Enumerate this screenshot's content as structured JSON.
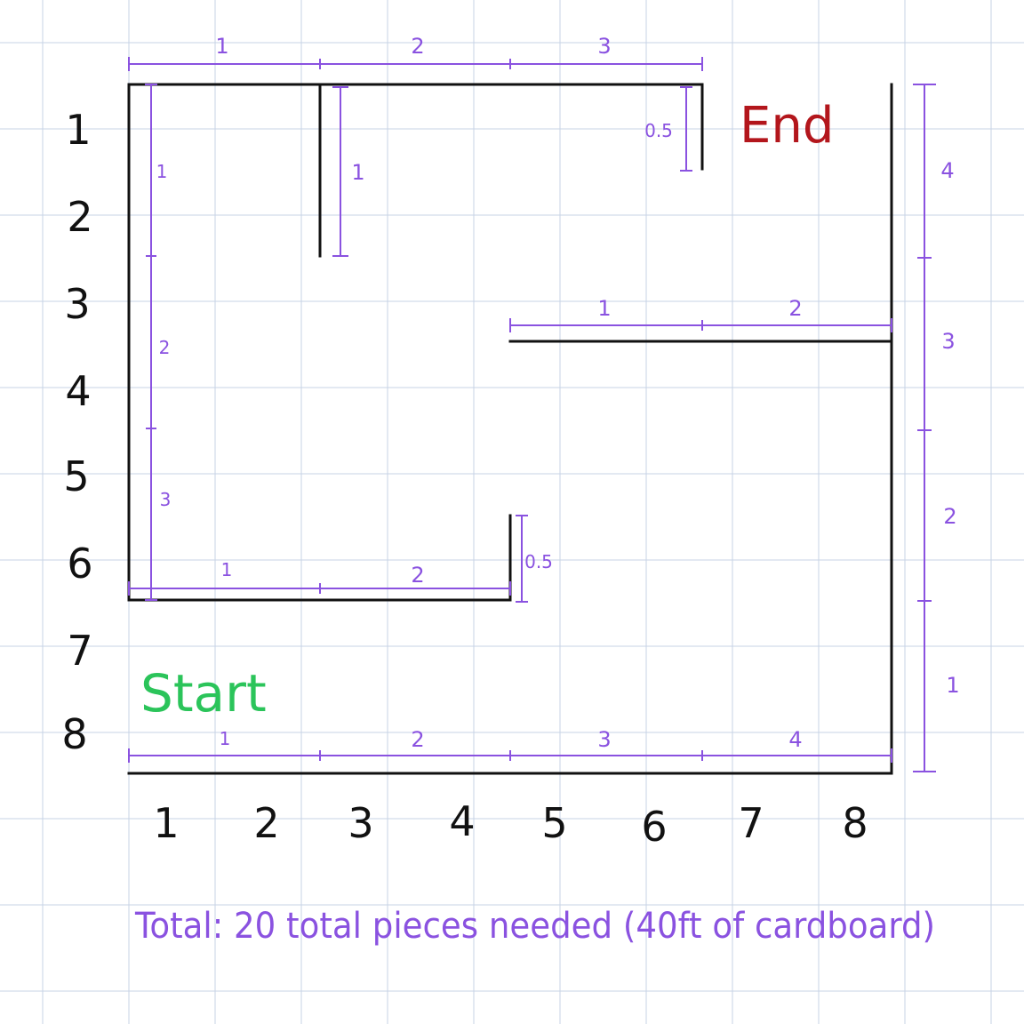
{
  "row_labels": [
    "1",
    "2",
    "3",
    "4",
    "5",
    "6",
    "7",
    "8"
  ],
  "col_labels": [
    "1",
    "2",
    "3",
    "4",
    "5",
    "6",
    "7",
    "8"
  ],
  "start_label": "Start",
  "end_label": "End",
  "total_text": "Total: 20 total pieces needed (40ft of cardboard)",
  "measurements": {
    "top": [
      "1",
      "2",
      "3"
    ],
    "bottom": [
      "1",
      "2",
      "3",
      "4"
    ],
    "right": [
      "4",
      "3",
      "2",
      "1"
    ],
    "left": [
      "1",
      "2",
      "3"
    ],
    "inner_vertical": "1",
    "top_right_stub": "0.5",
    "middle_horizontal": [
      "1",
      "2"
    ],
    "lower_horizontal": [
      "1",
      "2"
    ],
    "lower_stub": "0.5"
  },
  "colors": {
    "grid": "#c7d3e6",
    "wall": "#111111",
    "measurement": "#8a52e0",
    "start": "#2bc45a",
    "end": "#b3161c"
  }
}
